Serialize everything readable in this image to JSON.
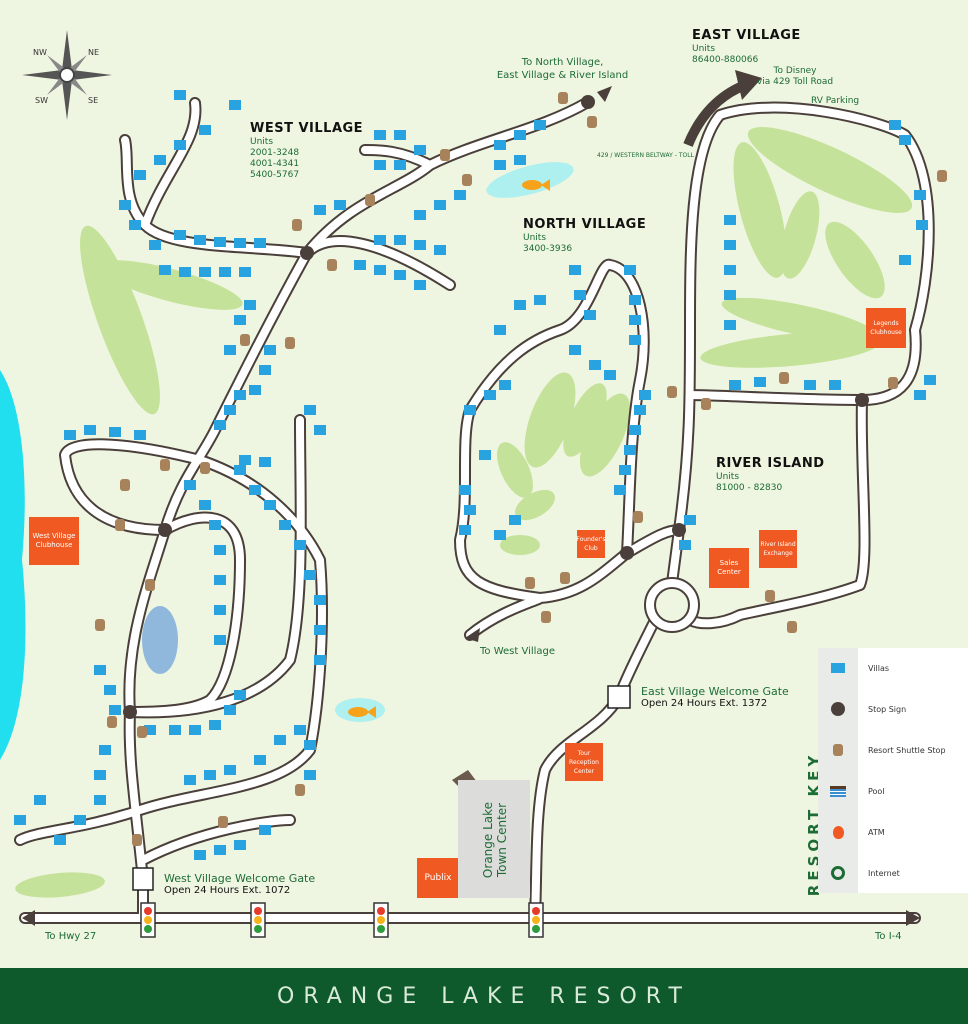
{
  "compass": {
    "nw": "NW",
    "ne": "NE",
    "sw": "SW",
    "se": "SE"
  },
  "villages": {
    "west": {
      "name": "WEST VILLAGE",
      "units_label": "Units",
      "ranges": [
        "2001-3248",
        "4001-4341",
        "5400-5767"
      ]
    },
    "north": {
      "name": "NORTH VILLAGE",
      "units_label": "Units",
      "range": "3400-3936"
    },
    "east": {
      "name": "EAST VILLAGE",
      "units_label": "Units",
      "range": "86400-880066"
    },
    "river": {
      "name": "RIVER ISLAND",
      "units_label": "Units",
      "range": "81000 - 82830"
    }
  },
  "destinations": {
    "north_line1": "To North Village,",
    "north_line2": "East Village & River Island",
    "disney_line1": "To Disney",
    "disney_line2": "via 429 Toll Road",
    "toll": "429 / WESTERN BELTWAY - TOLL",
    "rv": "RV Parking",
    "to_west": "To West Village",
    "hwy27": "To Hwy 27",
    "i4": "To I-4"
  },
  "buildings": {
    "west_clubhouse": "West Village Clubhouse",
    "legends": "Legends Clubhouse",
    "founders": "Founder's Club",
    "sales": "Sales Center",
    "exchange": "River Island Exchange",
    "tour": "Tour Reception Center",
    "publix": "Publix",
    "town_line1": "Orange Lake",
    "town_line2": "Town Center"
  },
  "gates": {
    "west": {
      "name": "West Village Welcome Gate",
      "hours": "Open 24 Hours Ext. 1072"
    },
    "east": {
      "name": "East Village Welcome Gate",
      "hours": "Open 24 Hours Ext. 1372"
    }
  },
  "legend": {
    "title": "RESORT KEY",
    "items": [
      {
        "icon": "villa",
        "label": "Villas"
      },
      {
        "icon": "stop-sign",
        "label": "Stop Sign"
      },
      {
        "icon": "shuttle",
        "label": "Resort Shuttle Stop"
      },
      {
        "icon": "pool",
        "label": "Pool"
      },
      {
        "icon": "atm",
        "label": "ATM"
      },
      {
        "icon": "internet",
        "label": "Internet"
      }
    ]
  },
  "footer": "ORANGE LAKE RESORT",
  "colors": {
    "villa": "#29a3e0",
    "building": "#f05a22",
    "green": "#1d6b35",
    "road_edge": "#4a3f3a",
    "golf": "#c5e29a",
    "water": "#8fb8dc"
  }
}
